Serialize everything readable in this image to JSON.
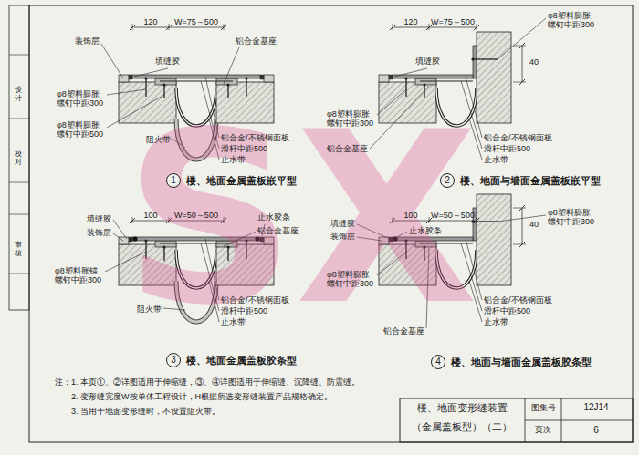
{
  "diagram": {
    "nodes": [
      {
        "text": [
          "1"
        ]
      },
      {
        "text": [
          "2"
        ]
      },
      {
        "text": [
          "3"
        ]
      },
      {
        "text": [
          "4"
        ]
      }
    ],
    "labels": [
      "120",
      "W=75～500",
      "装饰层",
      "填缝胶",
      "铝合金基座",
      "φ8塑料膨胀螺钉中距300",
      "φ8塑料膨胀螺钉中距500",
      "阻火带",
      "铝合金/不锈钢面板",
      "滑杆中距500",
      "止水带",
      "楼、地面金属盖板嵌平型",
      "120",
      "W=75～500",
      "φ8塑料膨胀螺钉中距300",
      "填缝胶",
      "40",
      "φ8塑料膨胀螺钉中距300",
      "铝合金基座",
      "铝合金/不锈钢面板",
      "滑杆中距500",
      "止水带",
      "楼、地面与墙面金属盖板嵌平型",
      "100",
      "W=50～500",
      "止水胶条",
      "填缝胶",
      "铝合金基座",
      "装饰层",
      "阻火带",
      "φ8塑料胀锚螺钉中距300",
      "铝合金/不锈钢面板",
      "滑杆中距500",
      "止水带",
      "楼、地面金属盖板胶条型",
      "100",
      "W=50～500",
      "φ8塑料膨胀螺钉中距300",
      "填缝胶",
      "装饰层",
      "止水胶条",
      "40",
      "φ8塑料膨胀螺钉中距300",
      "铝合金/不锈钢面板",
      "滑杆中距500",
      "止水带",
      "铝合金基座",
      "楼、地面与墙面金属盖板胶条型",
      "注：1. 本页①、②详图适用于伸缩缝，③、④详图适用于伸缩缝、沉降缝、防震缝。",
      "2. 变形缝宽度W按单体工程设计，H根据所选变形缝装置产品规格确定。",
      "3. 当用于地面变形缝时，不设置阻火带。",
      "楼、地面变形缝装置",
      "（金属盖板型）（二）",
      "图集号",
      "12J14",
      "页次",
      "6",
      "设计",
      "校对",
      "审核",
      "SX"
    ]
  }
}
